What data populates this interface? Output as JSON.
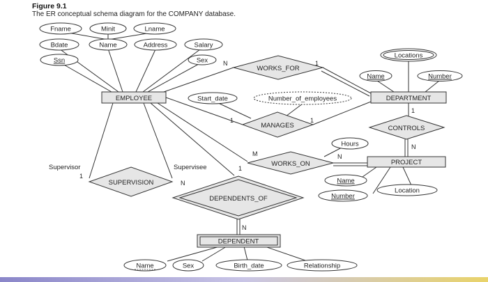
{
  "figure": {
    "title": "Figure 9.1",
    "caption": "The ER conceptual schema diagram for the COMPANY database."
  },
  "entities": {
    "employee": "EMPLOYEE",
    "department": "DEPARTMENT",
    "project": "PROJECT",
    "dependent": "DEPENDENT"
  },
  "relationships": {
    "works_for": "WORKS_FOR",
    "manages": "MANAGES",
    "controls": "CONTROLS",
    "works_on": "WORKS_ON",
    "supervision": "SUPERVISION",
    "dependents_of": "DEPENDENTS_OF"
  },
  "attributes": {
    "fname": "Fname",
    "minit": "Minit",
    "lname": "Lname",
    "bdate": "Bdate",
    "emp_name": "Name",
    "address": "Address",
    "salary": "Salary",
    "ssn": "Ssn",
    "emp_sex": "Sex",
    "locations": "Locations",
    "dept_name": "Name",
    "dept_number": "Number",
    "start_date": "Start_date",
    "number_of_employees": "Number_of_employees",
    "hours": "Hours",
    "proj_name": "Name",
    "proj_number": "Number",
    "location": "Location",
    "dep_name": "Name",
    "dep_sex": "Sex",
    "birth_date": "Birth_date",
    "relationship": "Relationship"
  },
  "roles": {
    "supervisor": "Supervisor",
    "supervisee": "Supervisee"
  },
  "cardinalities": {
    "works_for_emp": "N",
    "works_for_dept": "1",
    "manages_emp": "1",
    "manages_dept": "1",
    "controls_dept": "1",
    "controls_proj": "N",
    "works_on_emp": "M",
    "works_on_proj": "N",
    "supervisor": "1",
    "supervisee": "N",
    "dependents_of_emp": "1",
    "dependents_of_dep": "N"
  },
  "colors": {
    "entity_fill": "#e6e6e6",
    "line": "#333333",
    "background": "#ffffff"
  }
}
